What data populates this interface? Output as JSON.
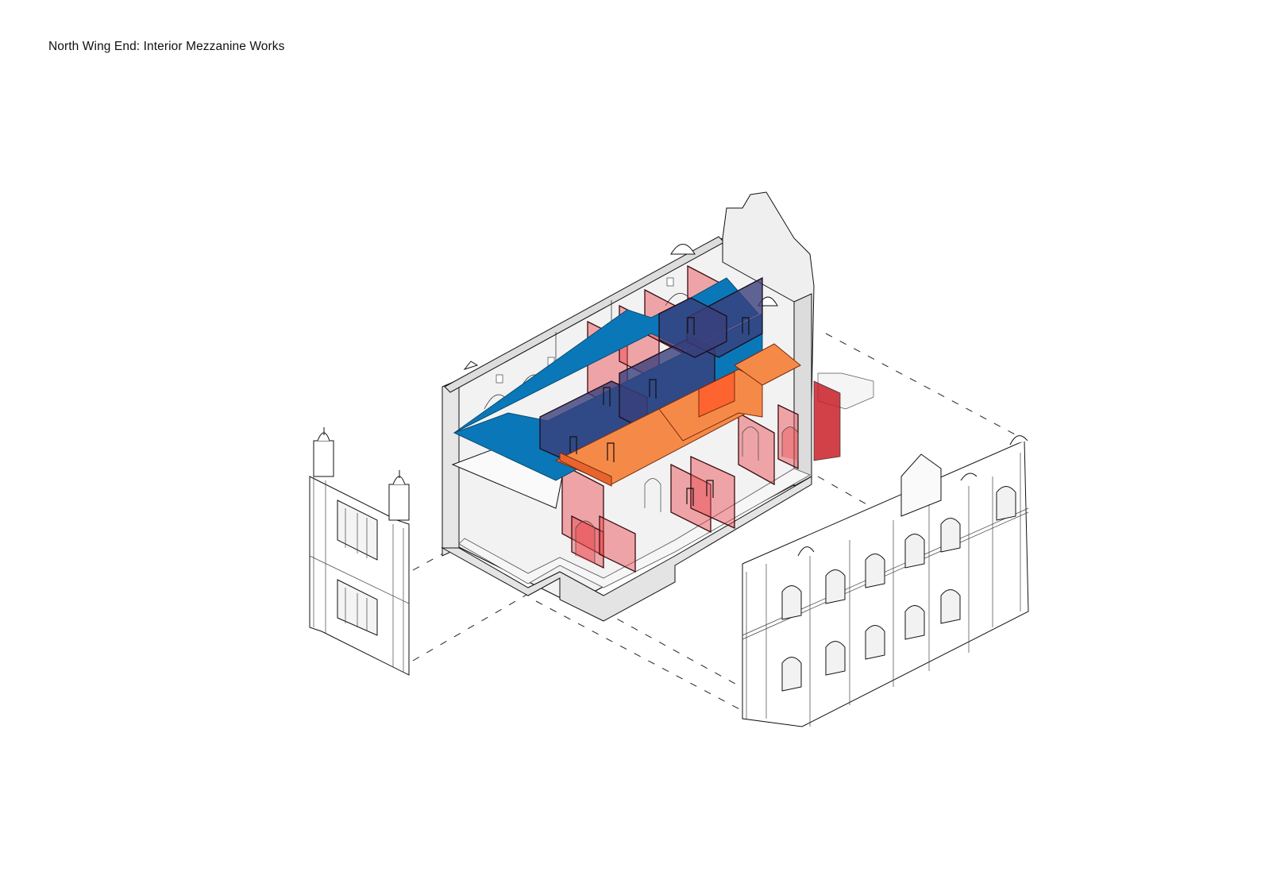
{
  "title": "North Wing End: Interior Mezzanine Works",
  "diagram": {
    "type": "exploded axonometric",
    "elements": [
      {
        "name": "main building cutaway",
        "description": "Isometric section of north wing interior showing ground floor and mezzanine"
      },
      {
        "name": "mezzanine slab existing",
        "color": "#0a78b8"
      },
      {
        "name": "mezzanine slab new",
        "color": "#f58a48"
      },
      {
        "name": "partition walls",
        "color": "#e24a4a"
      },
      {
        "name": "end elevation facade (exploded, left)"
      },
      {
        "name": "side elevation facade (exploded, right)"
      }
    ],
    "colors": {
      "blue_slab": "#0a78b8",
      "orange_slab": "#f58a48",
      "red_partitions": "#e8454b",
      "navy_overlap": "#3a3f7a",
      "building_grey": "#e8e8e8"
    }
  }
}
